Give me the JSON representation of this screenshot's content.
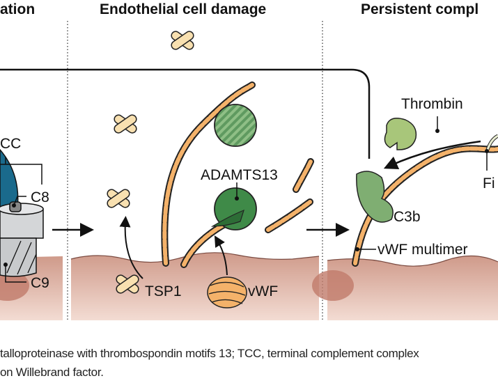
{
  "headers": {
    "panel1": "ation",
    "panel2": "Endothelial cell damage",
    "panel3": "Persistent compl"
  },
  "labels": {
    "tcc": "CC",
    "c8": "C8",
    "c9": "C9",
    "adamts13": "ADAMTS13",
    "tsp1": "TSP1",
    "vwf": "vWF",
    "thrombin": "Thrombin",
    "c3b": "C3b",
    "vwf_multimer": "vWF multimer",
    "fibrin": "Fi"
  },
  "caption": {
    "line1": "talloproteinase with thrombospondin motifs 13; TCC, terminal complement complex",
    "line2": "on Willebrand factor."
  },
  "colors": {
    "tissue": "#d9a596",
    "tissue_dark": "#c07a6a",
    "vwf_orange": "#f4b26a",
    "green_light": "#a8c67a",
    "green_mid": "#7fae72",
    "green_dark": "#3f8a48",
    "tsp1_cream": "#f8e0b0",
    "tcc_blue": "#1a6a8c"
  }
}
